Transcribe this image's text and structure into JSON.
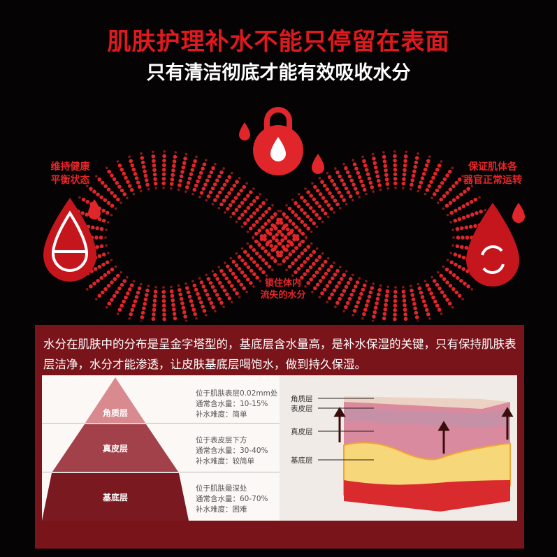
{
  "header": {
    "title": "肌肤护理补水不能只停留在表面",
    "subtitle": "只有清洁彻底才能有效吸收水分"
  },
  "infographic": {
    "left_text": [
      "维持健康",
      "平衡状态"
    ],
    "right_text": [
      "保证肌体各",
      "器官正常运转"
    ],
    "center_text": [
      "锁住体内",
      "流失的水分"
    ],
    "accent_color": "#e0262a"
  },
  "panel": {
    "intro": "水分在肌肤中的分布是呈金字塔型的，基底层含水量高，是补水保湿的关键，只有保持肌肤表层洁净，水分才能渗透，让皮肤基底层喝饱水，做到持久保湿。",
    "pyramid": [
      {
        "label": "角质层",
        "lines": [
          "位于肌肤表层0.02mm处",
          "通常含水量：10-15%",
          "补水难度：简单"
        ],
        "color": "#d98a8e"
      },
      {
        "label": "真皮层",
        "lines": [
          "位于表皮层下方",
          "通常含水量：30-40%",
          "补水难度：较简单"
        ],
        "color": "#a3414a"
      },
      {
        "label": "基底层",
        "lines": [
          "位于肌肤最深处",
          "通常含水量：60-70%",
          "补水难度：困难"
        ],
        "color": "#7b1921"
      }
    ],
    "skin_labels": [
      "角质层",
      "表皮层",
      "真皮层",
      "基底层"
    ]
  }
}
